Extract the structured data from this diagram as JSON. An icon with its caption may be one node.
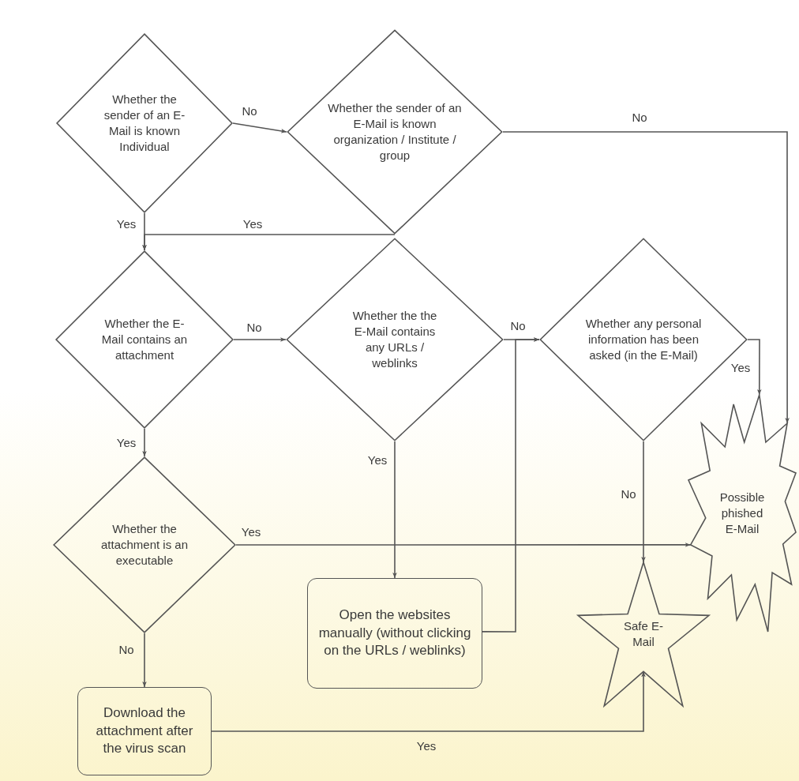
{
  "diagram": {
    "nodes": [
      {
        "text": [
          "Whether the sender of an E-Mail is known Individual"
        ]
      },
      {
        "text": [
          "Whether the sender of an E-Mail is known organization / Institute / group"
        ]
      },
      {
        "text": [
          "Whether the E-Mail contains an attachment"
        ]
      },
      {
        "text": [
          "Whether the the E-Mail contains any URLs / weblinks"
        ]
      },
      {
        "text": [
          "Whether any personal information has been asked (in the E-Mail)"
        ]
      },
      {
        "text": [
          "Whether the attachment is an executable"
        ]
      },
      {
        "text": [
          "Open the websites manually (without clicking on the URLs / weblinks)"
        ]
      },
      {
        "text": [
          "Download the attachment after the virus scan"
        ]
      },
      {
        "text": [
          "Possible phished E-Mail"
        ]
      },
      {
        "text": [
          "Safe E-Mail"
        ]
      }
    ],
    "edges": [
      {
        "from": 0,
        "to": 1,
        "arrow": "to",
        "label": "No"
      },
      {
        "from": 1,
        "to": 8,
        "arrow": "to",
        "label": "No"
      },
      {
        "from": 0,
        "to": 2,
        "arrow": "to",
        "label": "Yes"
      },
      {
        "from": 1,
        "to": 2,
        "arrow": "to",
        "label": "Yes"
      },
      {
        "from": 2,
        "to": 3,
        "arrow": "to",
        "label": "No"
      },
      {
        "from": 3,
        "to": 4,
        "arrow": "to",
        "label": "No"
      },
      {
        "from": 4,
        "to": 8,
        "arrow": "to",
        "label": "Yes"
      },
      {
        "from": 2,
        "to": 5,
        "arrow": "to",
        "label": "Yes"
      },
      {
        "from": 3,
        "to": 6,
        "arrow": "to",
        "label": "Yes"
      },
      {
        "from": 4,
        "to": 9,
        "arrow": "to",
        "label": "No"
      },
      {
        "from": 5,
        "to": 8,
        "arrow": "to",
        "label": "Yes"
      },
      {
        "from": 6,
        "to": 4,
        "arrow": "to"
      },
      {
        "from": 5,
        "to": 7,
        "arrow": "to",
        "label": "No"
      },
      {
        "from": 7,
        "to": 9,
        "arrow": "to",
        "label": "Yes"
      }
    ]
  }
}
